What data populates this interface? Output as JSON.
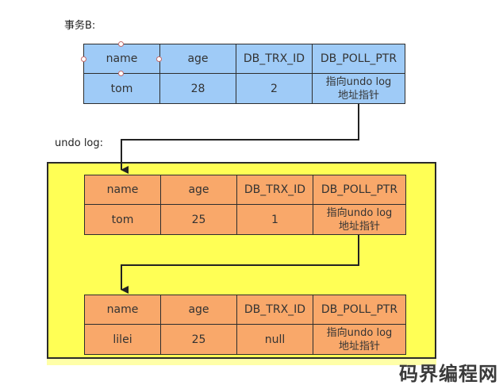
{
  "transaction_label": "事务B:",
  "undo_log_label": "undo log:",
  "headers": [
    "name",
    "age",
    "DB_TRX_ID",
    "DB_POLL_PTR"
  ],
  "current_row": {
    "name": "tom",
    "age": "28",
    "trx_id": "2",
    "ptr": "指向undo log\n地址指针"
  },
  "undo_row_1": {
    "name": "tom",
    "age": "25",
    "trx_id": "1",
    "ptr": "指向undo log\n地址指针"
  },
  "undo_row_2": {
    "name": "lilei",
    "age": "25",
    "trx_id": "null",
    "ptr": "指向undo log\n地址指针"
  },
  "watermark": "码界编程网",
  "colors": {
    "current_table": "#9fcbf7",
    "undo_table": "#f9a86a",
    "undo_area": "#ffff55"
  }
}
